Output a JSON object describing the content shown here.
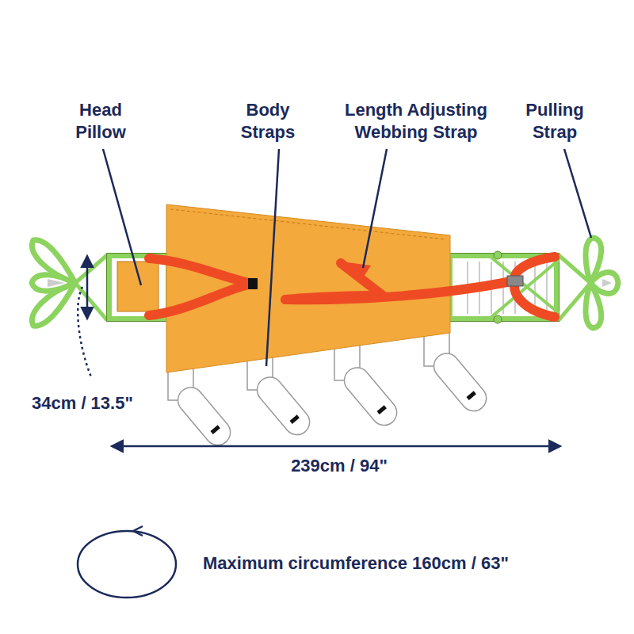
{
  "diagram": {
    "labels": [
      "Head Pillow",
      "Body Straps",
      "Length Adjusting Webbing Strap",
      "Pulling Strap",
      "34cm / 13.5\"",
      "239cm / 94\"",
      "Maximum circumference 160cm / 63\""
    ]
  }
}
